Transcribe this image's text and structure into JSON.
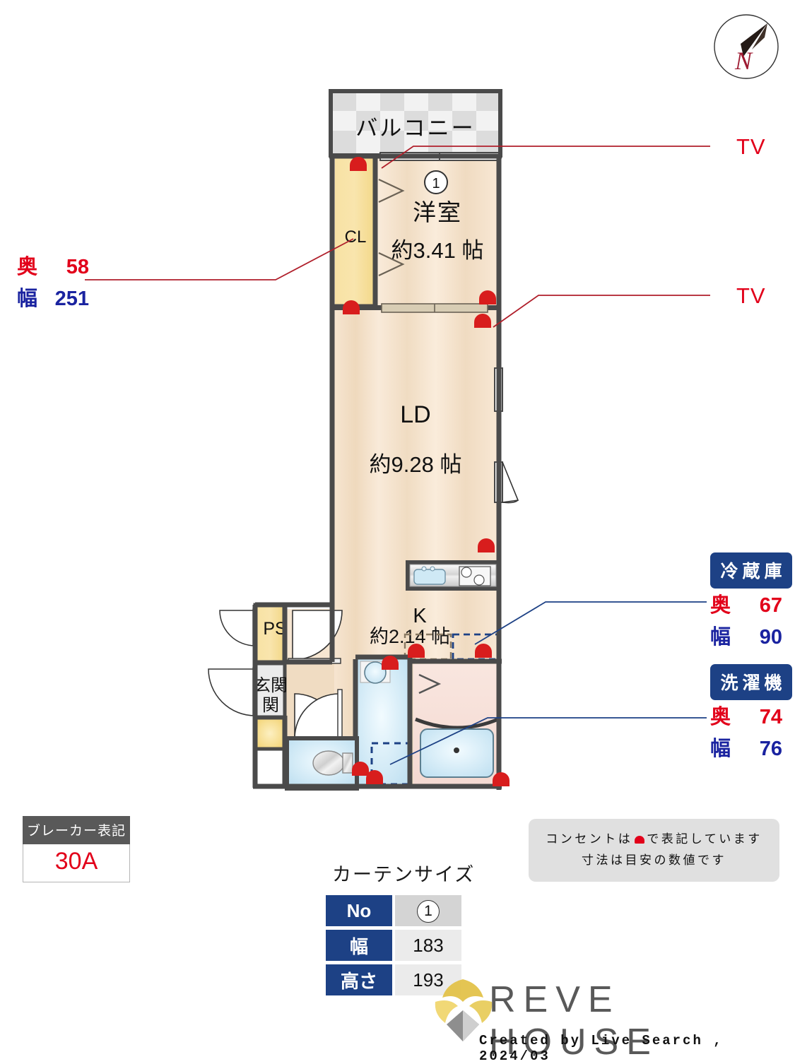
{
  "compass": {
    "label": "N",
    "direction": "north-east"
  },
  "plan": {
    "rooms": [
      {
        "key": "balcony",
        "name": "バルコニー"
      },
      {
        "key": "closet",
        "name": "CL"
      },
      {
        "key": "bedroom",
        "name": "洋室",
        "area": "約3.41 帖",
        "window_no": "1"
      },
      {
        "key": "ld",
        "name": "LD",
        "area": "約9.28 帖"
      },
      {
        "key": "kitchen",
        "name": "K",
        "area": "約2.14 帖"
      },
      {
        "key": "ps",
        "name": "PS"
      },
      {
        "key": "entrance",
        "name": "玄関"
      }
    ]
  },
  "callouts": {
    "tv_top": "TV",
    "tv_mid": "TV",
    "closet": {
      "depth_key": "奥",
      "depth_val": "58",
      "width_key": "幅",
      "width_val": "251"
    },
    "fridge": {
      "title": "冷蔵庫",
      "depth_key": "奥",
      "depth_val": "67",
      "width_key": "幅",
      "width_val": "90"
    },
    "washer": {
      "title": "洗濯機",
      "depth_key": "奥",
      "depth_val": "74",
      "width_key": "幅",
      "width_val": "76"
    }
  },
  "breaker": {
    "title": "ブレーカー表記",
    "value": "30A"
  },
  "note": {
    "line1_a": "コンセントは",
    "line1_b": "で表記しています",
    "line2": "寸法は目安の数値です"
  },
  "curtain": {
    "title": "カーテンサイズ",
    "rows": [
      {
        "key": "No",
        "value": "1"
      },
      {
        "key": "幅",
        "value": "183"
      },
      {
        "key": "高さ",
        "value": "193"
      }
    ]
  },
  "brand": {
    "name": "REVE HOUSE",
    "footer": "Created by Live Search , 2024/03"
  },
  "colors": {
    "wall": "#4a4a4a",
    "floor_wood": "#f6e3cd",
    "closet_yellow": "#f7dc92",
    "water_blue": "#cfe7f5",
    "bath_pink": "#f7dfd8",
    "outlet_red": "#d81d1d",
    "accent_blue": "#1d4185",
    "accent_red": "#e2001a"
  }
}
